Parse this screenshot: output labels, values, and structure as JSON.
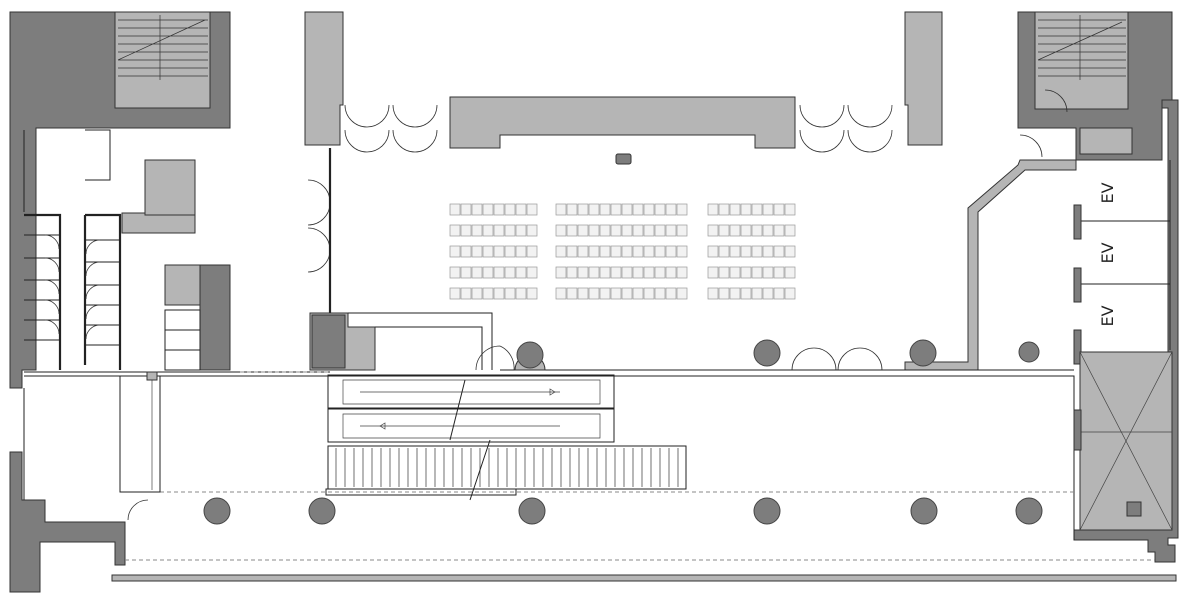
{
  "plan": {
    "elevator_labels": [
      {
        "id": "ev1",
        "text": "EV"
      },
      {
        "id": "ev2",
        "text": "EV"
      },
      {
        "id": "ev3",
        "text": "EV"
      }
    ],
    "seating": {
      "rows": 5,
      "blocks": [
        {
          "id": "left",
          "seats_per_row": 8
        },
        {
          "id": "center",
          "seats_per_row": 12
        },
        {
          "id": "right",
          "seats_per_row": 8
        }
      ]
    },
    "colors": {
      "wall_dark": "#7d7d7d",
      "wall_mid": "#b5b5b5",
      "line": "#222222",
      "seat_fill": "#f2f2f2",
      "background": "#ffffff"
    }
  }
}
